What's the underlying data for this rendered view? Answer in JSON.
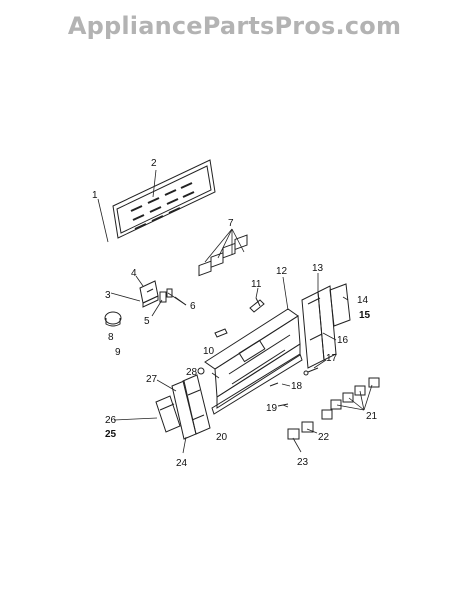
{
  "watermark": "AppliancePartsPros.com",
  "callouts": [
    {
      "id": "1",
      "text": "1"
    },
    {
      "id": "2",
      "text": "2"
    },
    {
      "id": "3",
      "text": "3"
    },
    {
      "id": "4",
      "text": "4"
    },
    {
      "id": "5",
      "text": "5"
    },
    {
      "id": "6",
      "text": "6"
    },
    {
      "id": "7",
      "text": "7"
    },
    {
      "id": "8",
      "text": "8"
    },
    {
      "id": "9",
      "text": "9"
    },
    {
      "id": "10",
      "text": "10"
    },
    {
      "id": "11",
      "text": "11"
    },
    {
      "id": "12",
      "text": "12"
    },
    {
      "id": "13",
      "text": "13"
    },
    {
      "id": "14",
      "text": "14"
    },
    {
      "id": "15",
      "text": "15"
    },
    {
      "id": "16",
      "text": "16"
    },
    {
      "id": "17",
      "text": "17"
    },
    {
      "id": "18",
      "text": "18"
    },
    {
      "id": "19",
      "text": "19"
    },
    {
      "id": "20",
      "text": "20"
    },
    {
      "id": "21",
      "text": "21"
    },
    {
      "id": "22",
      "text": "22"
    },
    {
      "id": "23",
      "text": "23"
    },
    {
      "id": "24",
      "text": "24"
    },
    {
      "id": "25",
      "text": "25"
    },
    {
      "id": "26",
      "text": "26"
    },
    {
      "id": "27",
      "text": "27"
    },
    {
      "id": "28",
      "text": "28"
    }
  ]
}
